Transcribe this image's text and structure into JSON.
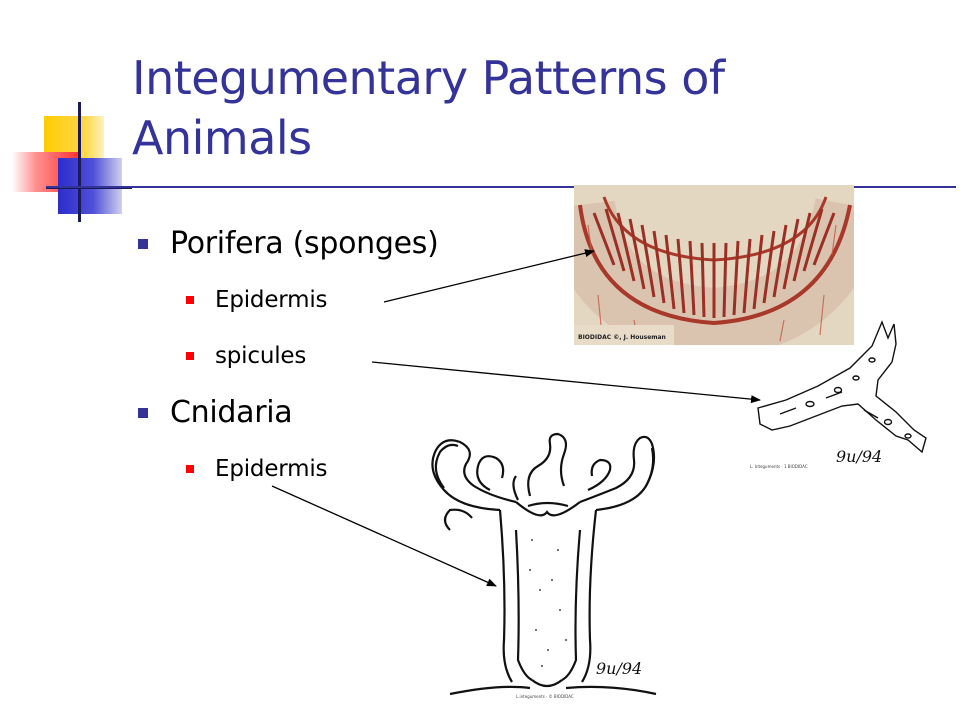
{
  "slide": {
    "title": "Integumentary Patterns of Animals"
  },
  "colors": {
    "title": "#333399",
    "bullet": "#ff0000",
    "bullet_level1": "#333399",
    "rule": "#333399",
    "deco_yellow": "#ffcc00",
    "deco_red": "#ff3333",
    "deco_blue": "#3333cc",
    "stain": "#b0442e",
    "micrograph_bg": "#e8dcc8"
  },
  "bullets": [
    {
      "level": 1,
      "text": "Porifera (sponges)"
    },
    {
      "level": 2,
      "text": "Epidermis"
    },
    {
      "level": 2,
      "text": "spicules"
    },
    {
      "level": 1,
      "text": "Cnidaria"
    },
    {
      "level": 2,
      "text": "Epidermis"
    }
  ],
  "images": {
    "micrograph": {
      "caption": "BIODIDAC ©, J. Houseman"
    },
    "spicule": {
      "signature": "9u/94",
      "caption": "L. Integuments · 1 BIODIDAC"
    },
    "hydra": {
      "signature": "9u/94",
      "caption": "L.integuments · © BIODIDAC"
    }
  }
}
